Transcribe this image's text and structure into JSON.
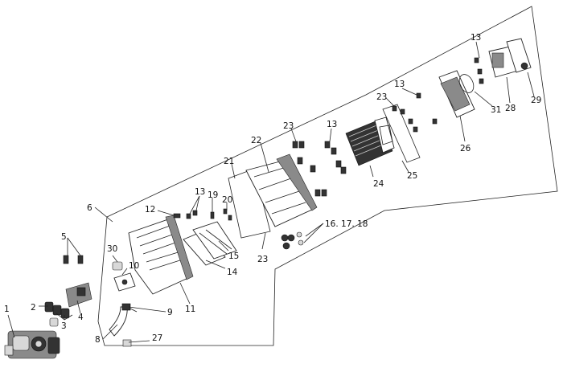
{
  "callouts": {
    "c1": "1",
    "c2": "2",
    "c3": "3",
    "c4": "4",
    "c5": "5",
    "c6": "6",
    "c8": "8",
    "c9": "9",
    "c10": "10",
    "c11": "11",
    "c12": "12",
    "c13a": "13",
    "c13b": "13",
    "c13c": "13",
    "c13d": "13",
    "c14": "14",
    "c15": "15",
    "c16": "16. 17. 18",
    "c19": "19",
    "c20": "20",
    "c21": "21",
    "c22": "22",
    "c23a": "23",
    "c23b": "23",
    "c23c": "23",
    "c24": "24",
    "c25": "25",
    "c26": "26",
    "c27": "27",
    "c28": "28",
    "c29": "29",
    "c30": "30",
    "c31": "31"
  }
}
